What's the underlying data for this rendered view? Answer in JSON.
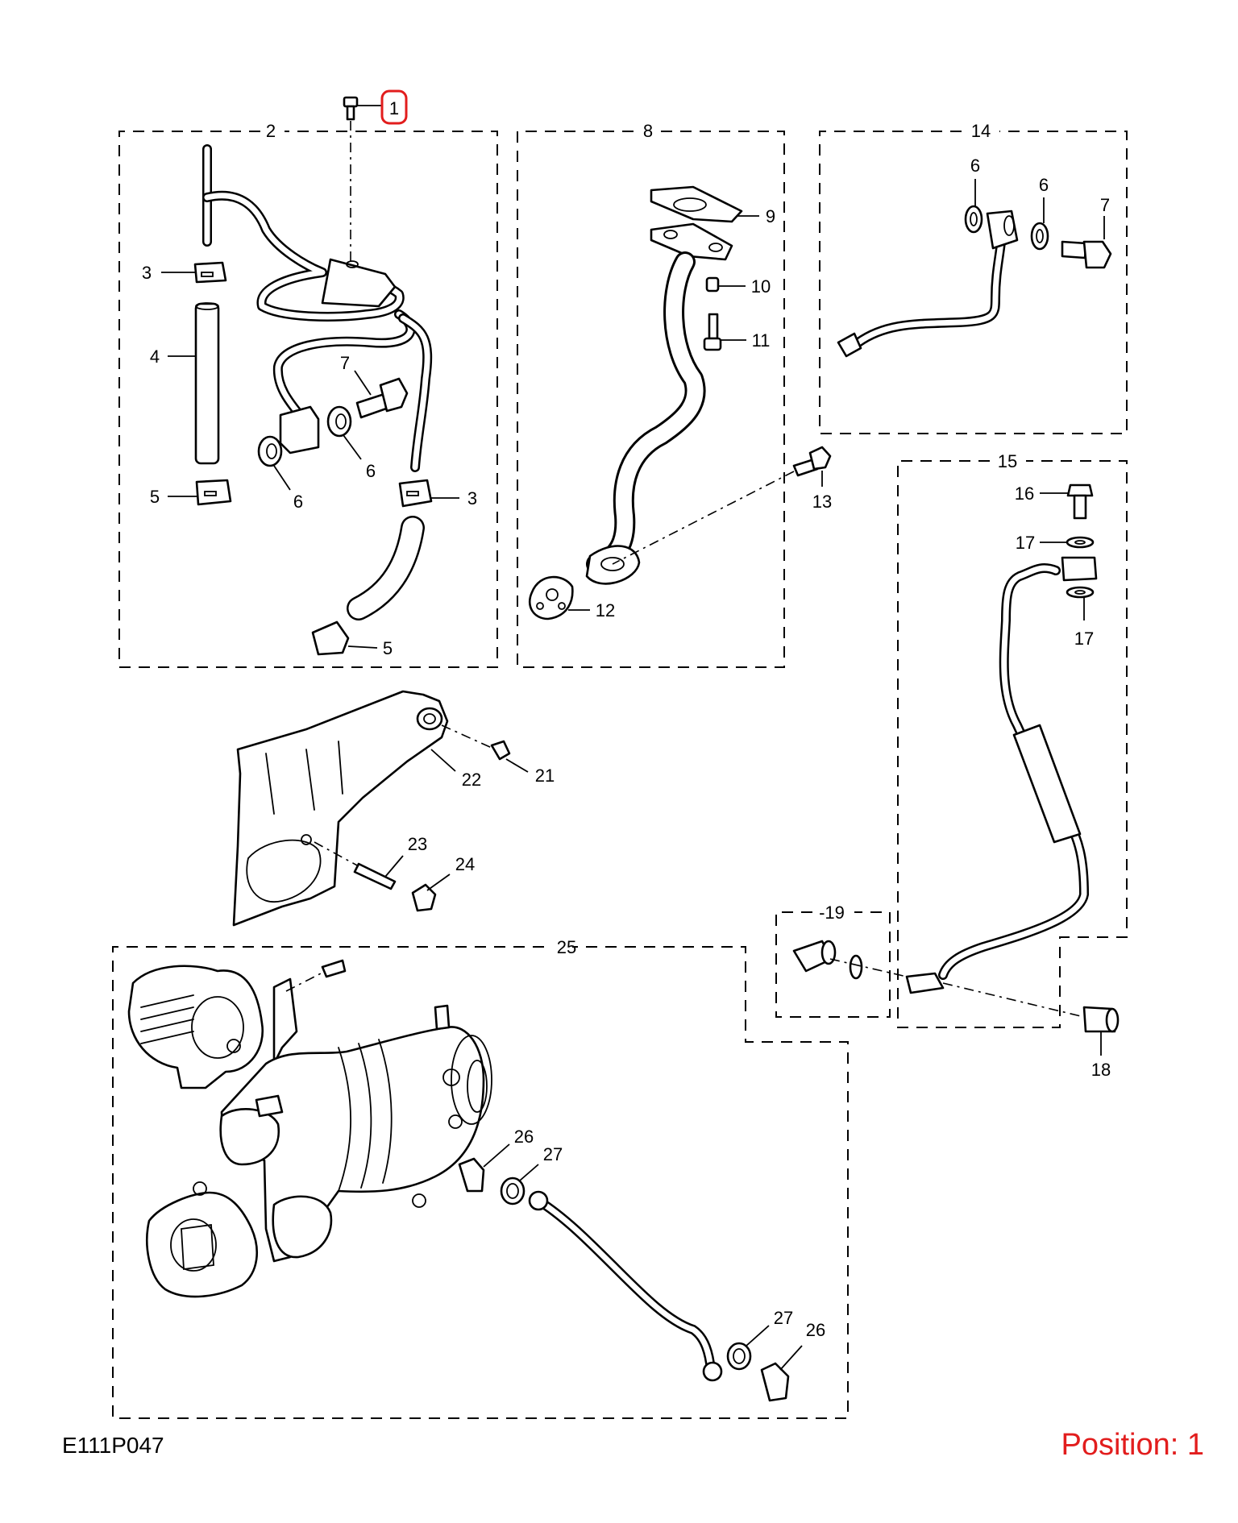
{
  "diagram_code": "E111P047",
  "position_label": "Position: 1",
  "highlight_color": "#e21d1d",
  "groups": {
    "g2": "2",
    "g8": "8",
    "g14": "14",
    "g15": "15",
    "g19": "-19",
    "g25": "25"
  },
  "callouts": {
    "c1": "1",
    "c3a": "3",
    "c3b": "3",
    "c4": "4",
    "c5a": "5",
    "c5b": "5",
    "c6a": "6",
    "c6b": "6",
    "c6c": "6",
    "c6d": "6",
    "c7a": "7",
    "c7b": "7",
    "c9": "9",
    "c10": "10",
    "c11": "11",
    "c12": "12",
    "c13": "13",
    "c16": "16",
    "c17a": "17",
    "c17b": "17",
    "c18": "18",
    "c21": "21",
    "c22": "22",
    "c23": "23",
    "c24": "24",
    "c26a": "26",
    "c26b": "26",
    "c27a": "27",
    "c27b": "27"
  }
}
